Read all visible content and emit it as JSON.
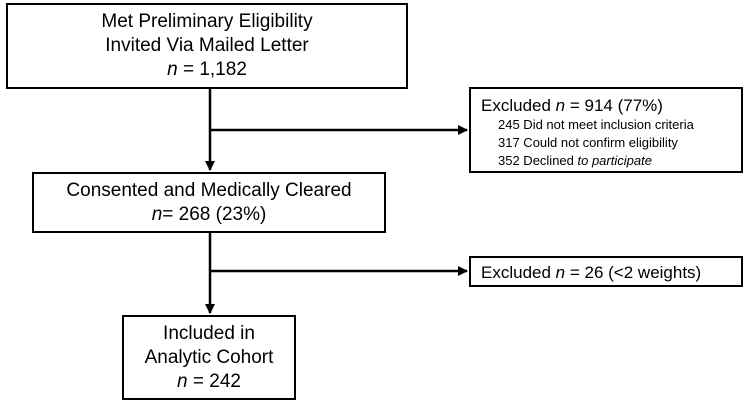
{
  "top_box": {
    "line1": "Met Preliminary Eligibility",
    "line2": "Invited Via Mailed Letter",
    "n_label": "n",
    "n_value": " = 1,182"
  },
  "excluded_1": {
    "label": "Excluded ",
    "n_label": "n",
    "n_value": " = 914 (77%)",
    "items": [
      {
        "text": "245 Did not meet inclusion criteria"
      },
      {
        "text": "317 Could not confirm eligibility"
      },
      {
        "text": "352 Declined ",
        "italic": "to participate"
      }
    ]
  },
  "middle_box": {
    "line1": "Consented and Medically Cleared",
    "n_label": "n",
    "n_value": "= 268 (23%)"
  },
  "excluded_2": {
    "label": "Excluded ",
    "n_label": "n",
    "n_value": " = 26 (<2 weights)"
  },
  "bottom_box": {
    "line1": "Included in",
    "line2": "Analytic Cohort",
    "n_label": "n",
    "n_value": " = 242"
  }
}
